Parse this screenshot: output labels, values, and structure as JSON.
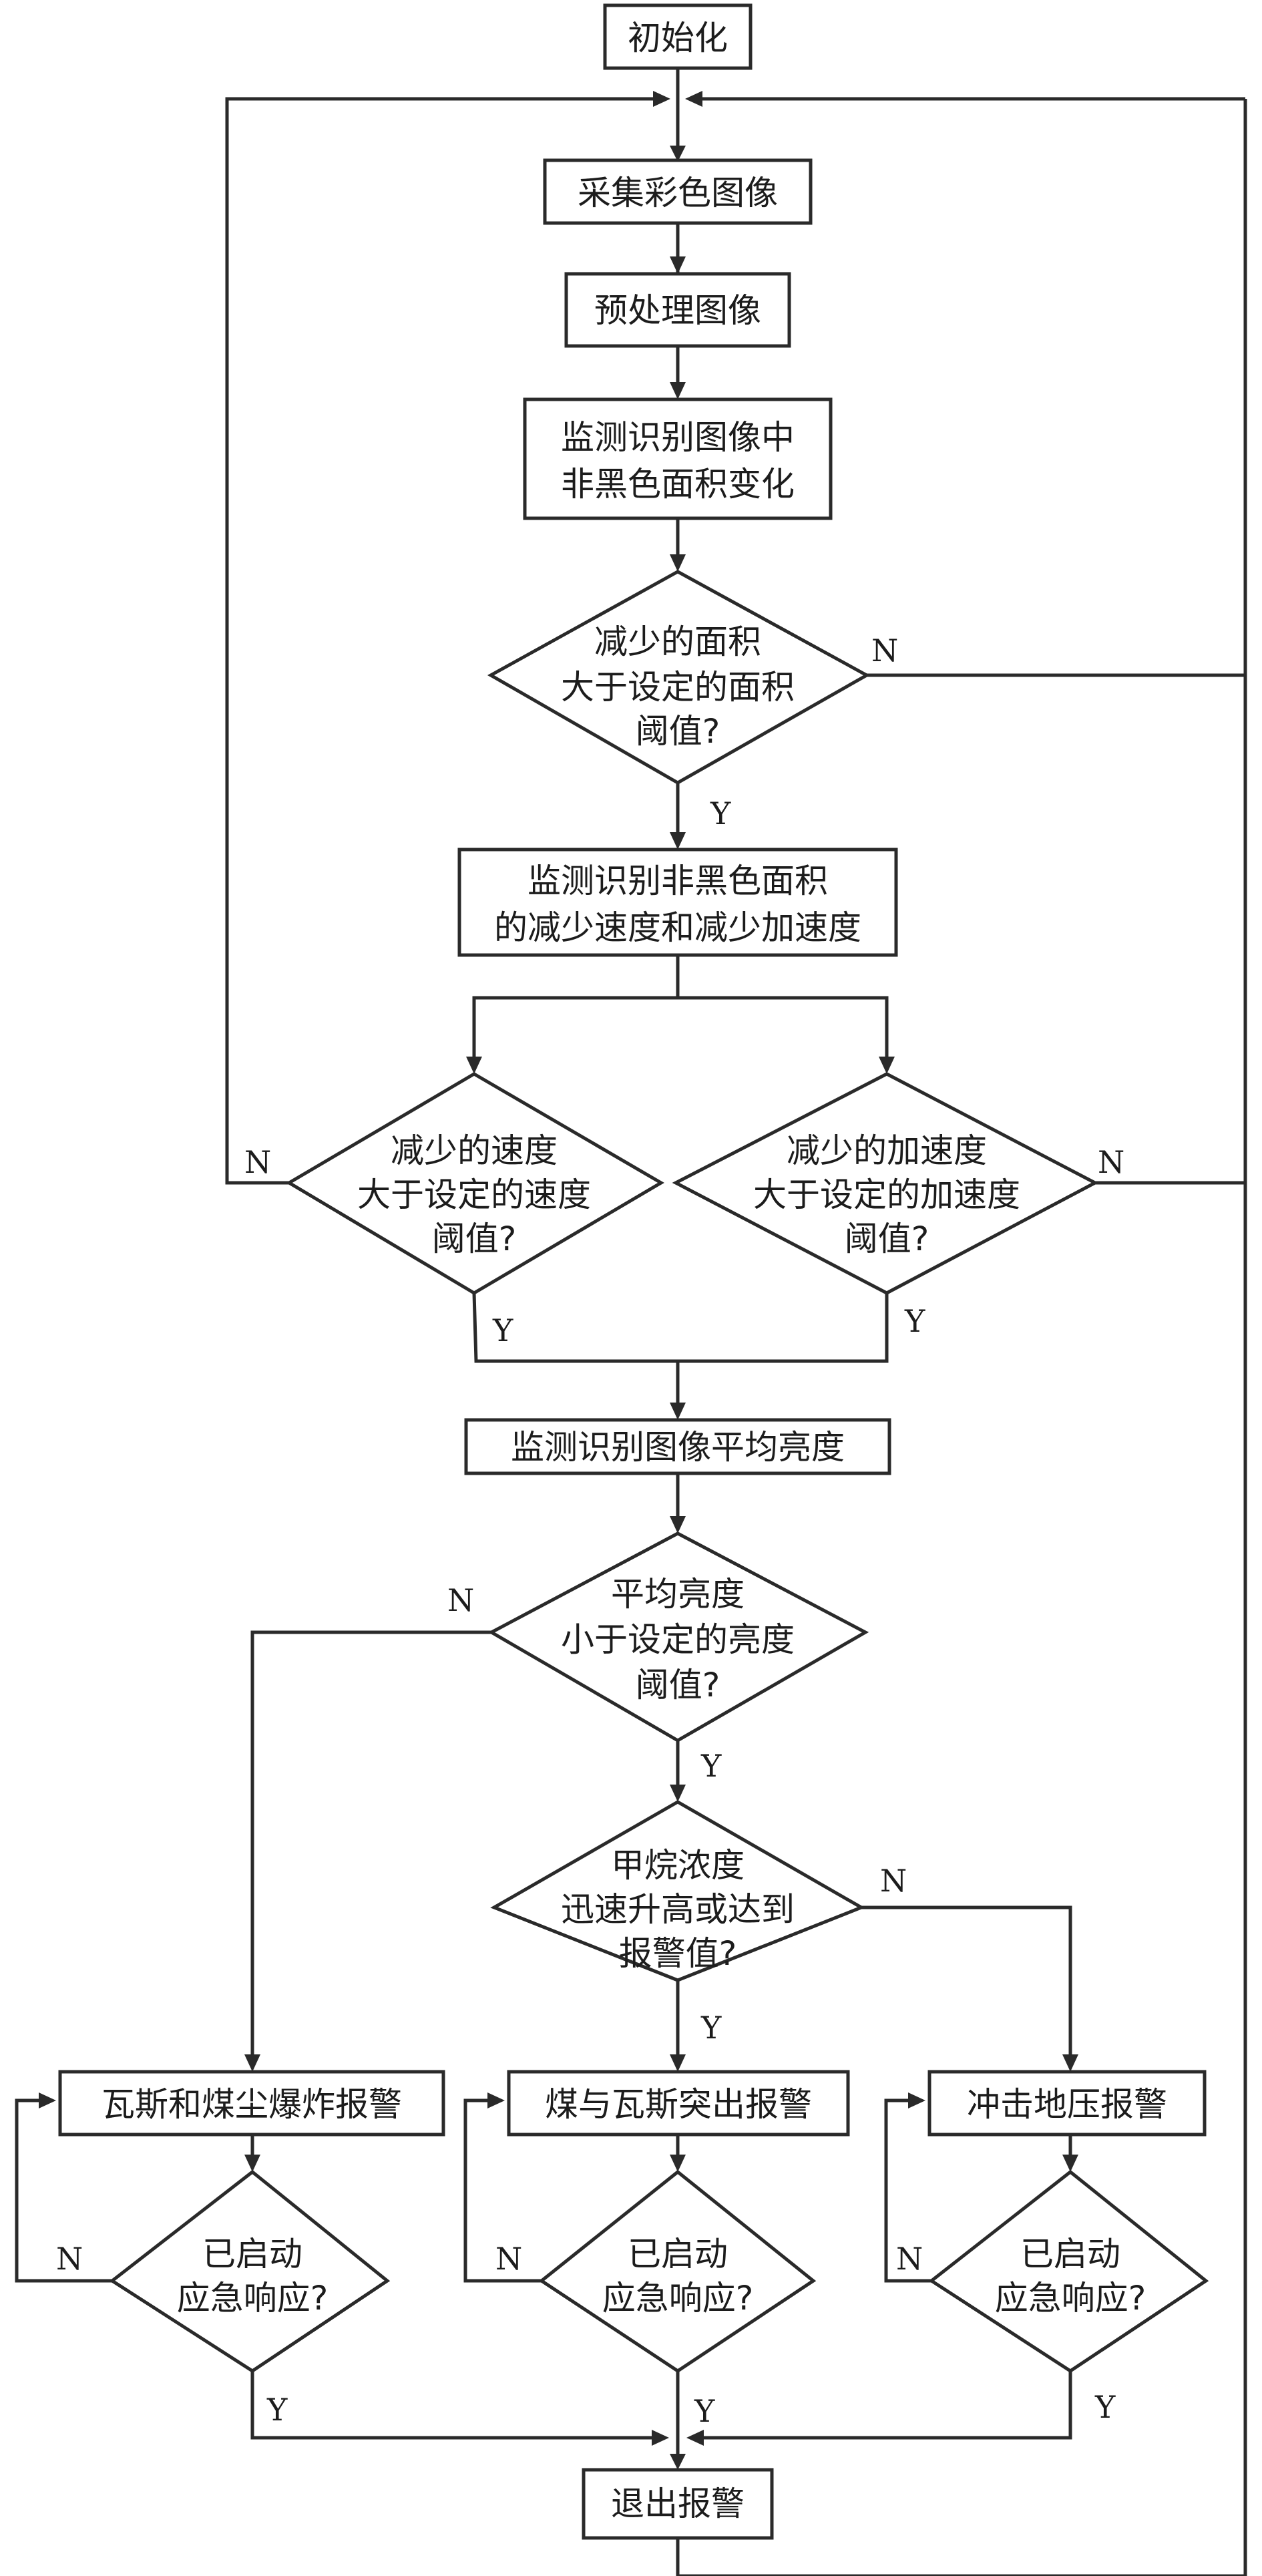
{
  "nodes": {
    "init": "初始化",
    "collect": "采集彩色图像",
    "preprocess": "预处理图像",
    "monitor_area_1": "监测识别图像中",
    "monitor_area_2": "非黑色面积变化",
    "d_area_1": "减少的面积",
    "d_area_2": "大于设定的面积",
    "d_area_3": "阈值?",
    "monitor_speed_1": "监测识别非黑色面积",
    "monitor_speed_2": "的减少速度和减少加速度",
    "d_speed_1": "减少的速度",
    "d_speed_2": "大于设定的速度",
    "d_speed_3": "阈值?",
    "d_accel_1": "减少的加速度",
    "d_accel_2": "大于设定的加速度",
    "d_accel_3": "阈值?",
    "monitor_bright": "监测识别图像平均亮度",
    "d_bright_1": "平均亮度",
    "d_bright_2": "小于设定的亮度",
    "d_bright_3": "阈值?",
    "d_methane_1": "甲烷浓度",
    "d_methane_2": "迅速升高或达到",
    "d_methane_3": "报警值?",
    "alarm_gas_dust": "瓦斯和煤尘爆炸报警",
    "alarm_outburst": "煤与瓦斯突出报警",
    "alarm_rockburst": "冲击地压报警",
    "d_resp_1": "已启动",
    "d_resp_2": "应急响应?",
    "exit_alarm": "退出报警"
  },
  "labels": {
    "yes": "Y",
    "no": "N"
  }
}
